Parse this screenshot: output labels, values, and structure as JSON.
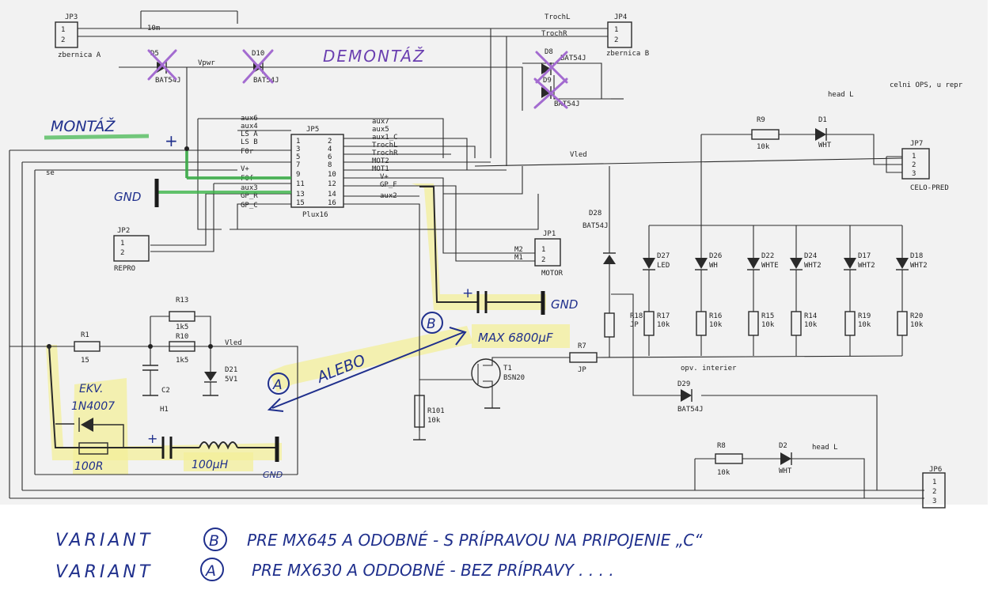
{
  "connectors": {
    "jp3": {
      "ref": "JP3",
      "name": "zbernica A",
      "pins": [
        "1",
        "2"
      ]
    },
    "jp4": {
      "ref": "JP4",
      "name": "zbernica B",
      "pins": [
        "1",
        "2"
      ]
    },
    "jp2": {
      "ref": "JP2",
      "name": "REPRO",
      "pins": [
        "1",
        "2"
      ]
    },
    "jp1": {
      "ref": "JP1",
      "name": "MOTOR",
      "pins": [
        "1",
        "2"
      ],
      "nets": [
        "M2",
        "M1"
      ]
    },
    "jp7": {
      "ref": "JP7",
      "name": "CELO-PRED",
      "pins": [
        "1",
        "2",
        "3"
      ]
    },
    "jp6": {
      "ref": "JP6",
      "pins": [
        "1",
        "2",
        "3"
      ]
    },
    "jp5": {
      "ref": "JP5",
      "name": "Plux16",
      "pins_left": [
        "1",
        "3",
        "5",
        "7",
        "9",
        "11",
        "13",
        "15"
      ],
      "pins_right": [
        "2",
        "4",
        "6",
        "8",
        "10",
        "12",
        "14",
        "16"
      ],
      "nets_left": [
        "aux6",
        "aux4",
        "LS A",
        "LS B",
        "F0r",
        "V+",
        "F0f",
        "aux3",
        "GP_R",
        "GP_C"
      ],
      "nets_right": [
        "aux7",
        "aux5",
        "aux1_C",
        "TrochL",
        "TrochR",
        "MOT2",
        "MOT1",
        "V+",
        "GP_F",
        "aux2"
      ]
    }
  },
  "top_nets": {
    "troch_l": "TrochL",
    "troch_r": "TrochR",
    "vpwr": "Vpwr",
    "vled": "Vled",
    "one_m": "10m",
    "se": "se"
  },
  "diodes": {
    "d5": {
      "ref": "D5",
      "value": "BAT54J"
    },
    "d10": {
      "ref": "D10",
      "value": "BAT54J"
    },
    "d8": {
      "ref": "D8",
      "value": "BAT54J"
    },
    "d9": {
      "ref": "D9",
      "value": "BAT54J"
    },
    "d28": {
      "ref": "D28",
      "value": "BAT54J"
    },
    "d29": {
      "ref": "D29",
      "value": "BAT54J"
    },
    "d21": {
      "ref": "D21",
      "value": "5V1"
    },
    "d1": {
      "ref": "D1",
      "value": "WHT"
    },
    "d2": {
      "ref": "D2",
      "value": "WHT"
    },
    "d27": {
      "ref": "D27",
      "value": "LED"
    },
    "d26": {
      "ref": "D26",
      "value": "WH"
    },
    "d22": {
      "ref": "D22",
      "value": "WHTE"
    },
    "d24": {
      "ref": "D24",
      "value": "WHT2"
    },
    "d17": {
      "ref": "D17",
      "value": "WHT2"
    },
    "d18": {
      "ref": "D18",
      "value": "WHT2"
    }
  },
  "resistors": {
    "r9": {
      "ref": "R9",
      "value": "10k"
    },
    "r8": {
      "ref": "R8",
      "value": "10k"
    },
    "r1": {
      "ref": "R1",
      "value": "15"
    },
    "r13": {
      "ref": "R13",
      "value": "1k5"
    },
    "r10": {
      "ref": "R10",
      "value": "1k5"
    },
    "r101": {
      "ref": "R101",
      "value": "10k"
    },
    "r7": {
      "ref": "R7",
      "value": "JP"
    },
    "r18": {
      "ref": "R18",
      "value": "JP"
    },
    "r17": {
      "ref": "R17",
      "value": "10k"
    },
    "r16": {
      "ref": "R16",
      "value": "10k"
    },
    "r15": {
      "ref": "R15",
      "value": "10k"
    },
    "r14": {
      "ref": "R14",
      "value": "10k"
    },
    "r19": {
      "ref": "R19",
      "value": "10k"
    },
    "r20": {
      "ref": "R20",
      "value": "10k"
    }
  },
  "others": {
    "c2": {
      "ref": "C2"
    },
    "h1": {
      "ref": "H1"
    },
    "t1": {
      "ref": "T1",
      "value": "BSN20"
    },
    "head_l_top": "head L",
    "head_l_bottom": "head L",
    "top_right_note": "celni OPS, u repr",
    "opt_note": "opv. interier"
  },
  "handwritten": {
    "demontaz": "DEMONTÁŽ",
    "montaz": "MONTÁŽ",
    "plus": "+",
    "gnd_left": "GND",
    "gnd_right": "GND",
    "gnd_bottom": "GND",
    "cap_plus_b": "+",
    "cap_plus_a": "+",
    "max_cap": "MAX 6800μF",
    "alebo": "ALEBO",
    "mark_a": "A",
    "mark_b": "B",
    "ekv": "EKV.",
    "diode_1n4007": "1N4007",
    "r100": "100R",
    "l100": "100μH",
    "variant_b_word": "VARIANT",
    "variant_b_mark": "B",
    "variant_b_text": "PRE  MX645  A ODOBNÉ - S PRÍPRAVOU NA PRIPOJENIE „C“",
    "variant_a_word": "VARIANT",
    "variant_a_mark": "A",
    "variant_a_text": "PRE  MX630 A  ODDOBNÉ  -  BEZ PRÍPRAVY . . . ."
  },
  "colors": {
    "purple": "#a36bd0",
    "green": "#3cb54a",
    "highlight": "#f3ef9a",
    "ink": "#1f2f8c",
    "print": "#2a2a2a"
  }
}
